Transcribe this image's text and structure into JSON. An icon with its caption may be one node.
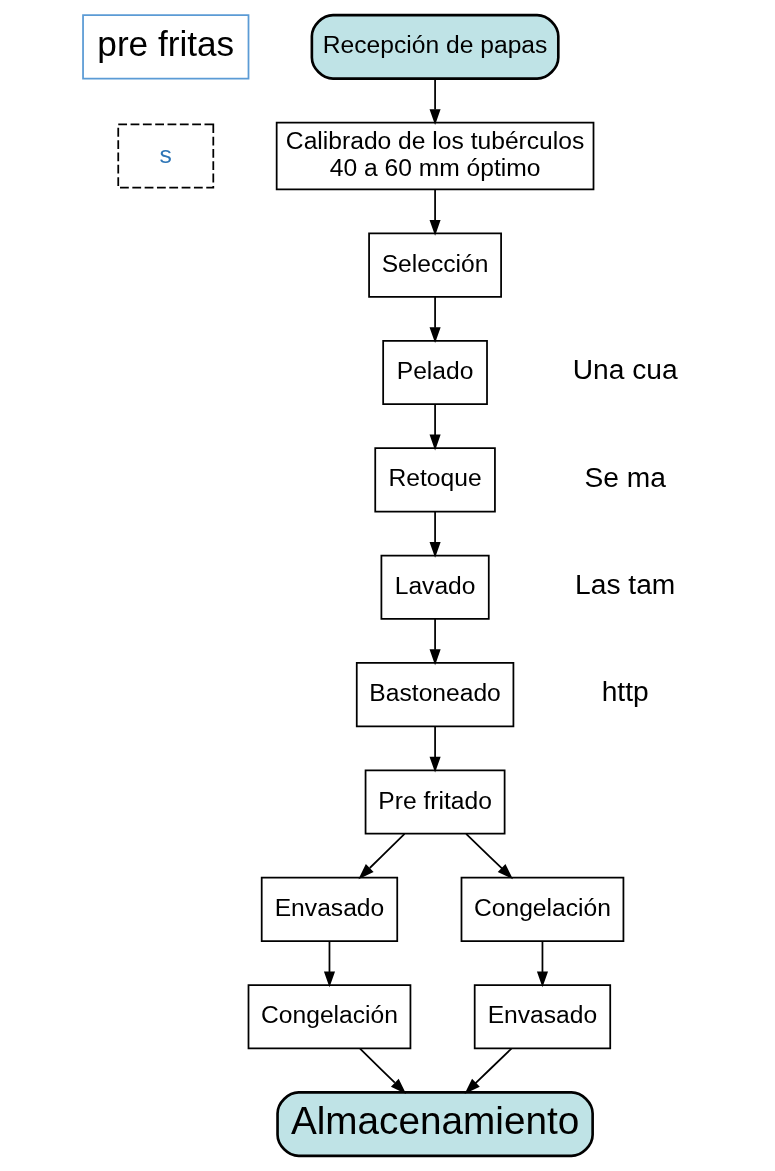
{
  "diagram": {
    "nodes": [
      {
        "text": [
          "pre fritas"
        ]
      },
      {
        "text": [
          "Recepción de papas"
        ]
      },
      {
        "text": [
          "Calibrado de los tubérculos",
          "40 a 60 mm óptimo"
        ]
      },
      {
        "text": [
          "Selección"
        ]
      },
      {
        "text": [
          "Pelado"
        ]
      },
      {
        "text": [
          "Retoque"
        ]
      },
      {
        "text": [
          "Lavado"
        ]
      },
      {
        "text": [
          "Bastoneado"
        ]
      },
      {
        "text": [
          "Pre fritado"
        ]
      },
      {
        "text": [
          "Envasado"
        ]
      },
      {
        "text": [
          "Congelación"
        ]
      },
      {
        "text": [
          "Congelación"
        ]
      },
      {
        "text": [
          "Envasado"
        ]
      },
      {
        "text": [
          "Almacenamiento"
        ]
      },
      {
        "text": [
          "s"
        ]
      }
    ],
    "edges": [
      {
        "from": 1,
        "to": 2,
        "arrow": "to"
      },
      {
        "from": 2,
        "to": 3,
        "arrow": "to"
      },
      {
        "from": 3,
        "to": 4,
        "arrow": "to"
      },
      {
        "from": 4,
        "to": 5,
        "arrow": "to"
      },
      {
        "from": 5,
        "to": 6,
        "arrow": "to"
      },
      {
        "from": 6,
        "to": 7,
        "arrow": "to"
      },
      {
        "from": 7,
        "to": 8,
        "arrow": "to"
      },
      {
        "from": 8,
        "to": 9,
        "arrow": "to"
      },
      {
        "from": 8,
        "to": 10,
        "arrow": "to"
      },
      {
        "from": 9,
        "to": 11,
        "arrow": "to"
      },
      {
        "from": 10,
        "to": 12,
        "arrow": "to"
      },
      {
        "from": 11,
        "to": 13,
        "arrow": "to"
      },
      {
        "from": 12,
        "to": 13,
        "arrow": "to"
      }
    ],
    "labels": [
      "Una cua",
      "Se ma",
      "Las tam",
      "http"
    ]
  }
}
